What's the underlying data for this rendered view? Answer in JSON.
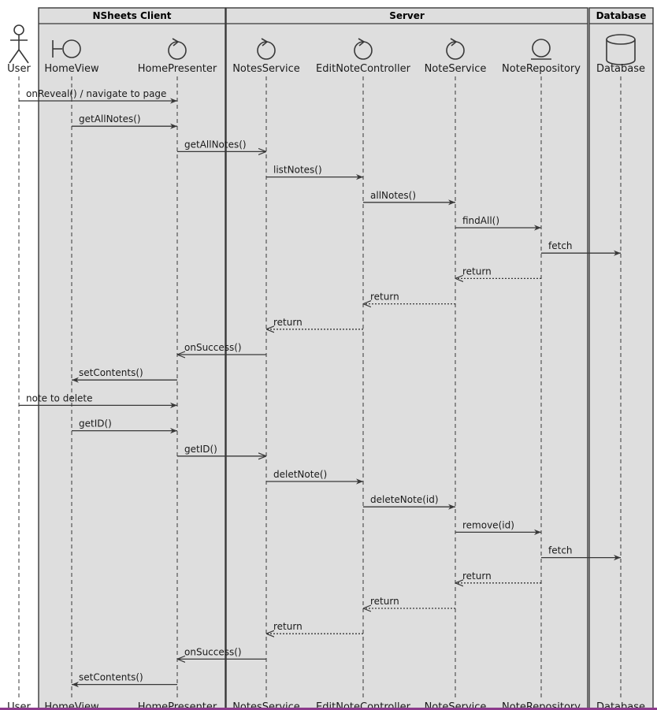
{
  "boxes": [
    {
      "id": "client",
      "title": "NSheets Client"
    },
    {
      "id": "server",
      "title": "Server"
    },
    {
      "id": "db",
      "title": "Database"
    }
  ],
  "participants": [
    {
      "id": "user",
      "label": "User",
      "kind": "actor-icon"
    },
    {
      "id": "homeview",
      "label": "HomeView",
      "kind": "boundary-icon"
    },
    {
      "id": "homepresenter",
      "label": "HomePresenter",
      "kind": "control-icon"
    },
    {
      "id": "notesservice",
      "label": "NotesService",
      "kind": "control-icon"
    },
    {
      "id": "editnotecontroller",
      "label": "EditNoteController",
      "kind": "control-icon"
    },
    {
      "id": "noteservice",
      "label": "NoteService",
      "kind": "control-icon"
    },
    {
      "id": "noterepository",
      "label": "NoteRepository",
      "kind": "entity-icon"
    },
    {
      "id": "database",
      "label": "Database",
      "kind": "database-icon"
    }
  ],
  "messages": [
    {
      "from": "user",
      "to": "homepresenter",
      "label": "onReveal() / navigate to page",
      "type": "sync"
    },
    {
      "from": "homeview",
      "to": "homepresenter",
      "label": "getAllNotes()",
      "type": "sync"
    },
    {
      "from": "homepresenter",
      "to": "notesservice",
      "label": "getAllNotes()",
      "type": "async"
    },
    {
      "from": "notesservice",
      "to": "editnotecontroller",
      "label": "listNotes()",
      "type": "sync"
    },
    {
      "from": "editnotecontroller",
      "to": "noteservice",
      "label": "allNotes()",
      "type": "sync"
    },
    {
      "from": "noteservice",
      "to": "noterepository",
      "label": "findAll()",
      "type": "sync"
    },
    {
      "from": "noterepository",
      "to": "database",
      "label": "fetch",
      "type": "sync"
    },
    {
      "from": "noterepository",
      "to": "noteservice",
      "label": "return",
      "type": "return"
    },
    {
      "from": "noteservice",
      "to": "editnotecontroller",
      "label": "return",
      "type": "return"
    },
    {
      "from": "editnotecontroller",
      "to": "notesservice",
      "label": "return",
      "type": "return"
    },
    {
      "from": "notesservice",
      "to": "homepresenter",
      "label": "onSuccess()",
      "type": "async"
    },
    {
      "from": "homepresenter",
      "to": "homeview",
      "label": "setContents()",
      "type": "sync"
    },
    {
      "from": "user",
      "to": "homepresenter",
      "label": "note to delete",
      "type": "sync"
    },
    {
      "from": "homeview",
      "to": "homepresenter",
      "label": "getID()",
      "type": "sync"
    },
    {
      "from": "homepresenter",
      "to": "notesservice",
      "label": "getID()",
      "type": "async"
    },
    {
      "from": "notesservice",
      "to": "editnotecontroller",
      "label": "deletNote()",
      "type": "sync"
    },
    {
      "from": "editnotecontroller",
      "to": "noteservice",
      "label": "deleteNote(id)",
      "type": "sync"
    },
    {
      "from": "noteservice",
      "to": "noterepository",
      "label": "remove(id)",
      "type": "sync"
    },
    {
      "from": "noterepository",
      "to": "database",
      "label": "fetch",
      "type": "sync"
    },
    {
      "from": "noterepository",
      "to": "noteservice",
      "label": "return",
      "type": "return"
    },
    {
      "from": "noteservice",
      "to": "editnotecontroller",
      "label": "return",
      "type": "return"
    },
    {
      "from": "editnotecontroller",
      "to": "notesservice",
      "label": "return",
      "type": "return"
    },
    {
      "from": "notesservice",
      "to": "homepresenter",
      "label": "onSuccess()",
      "type": "async"
    },
    {
      "from": "homepresenter",
      "to": "homeview",
      "label": "setContents()",
      "type": "sync"
    }
  ],
  "colors": {
    "box_fill": "#dedede",
    "line": "#383838",
    "text": "#1a1a1a",
    "accent_bar": "#8c3a8c"
  }
}
